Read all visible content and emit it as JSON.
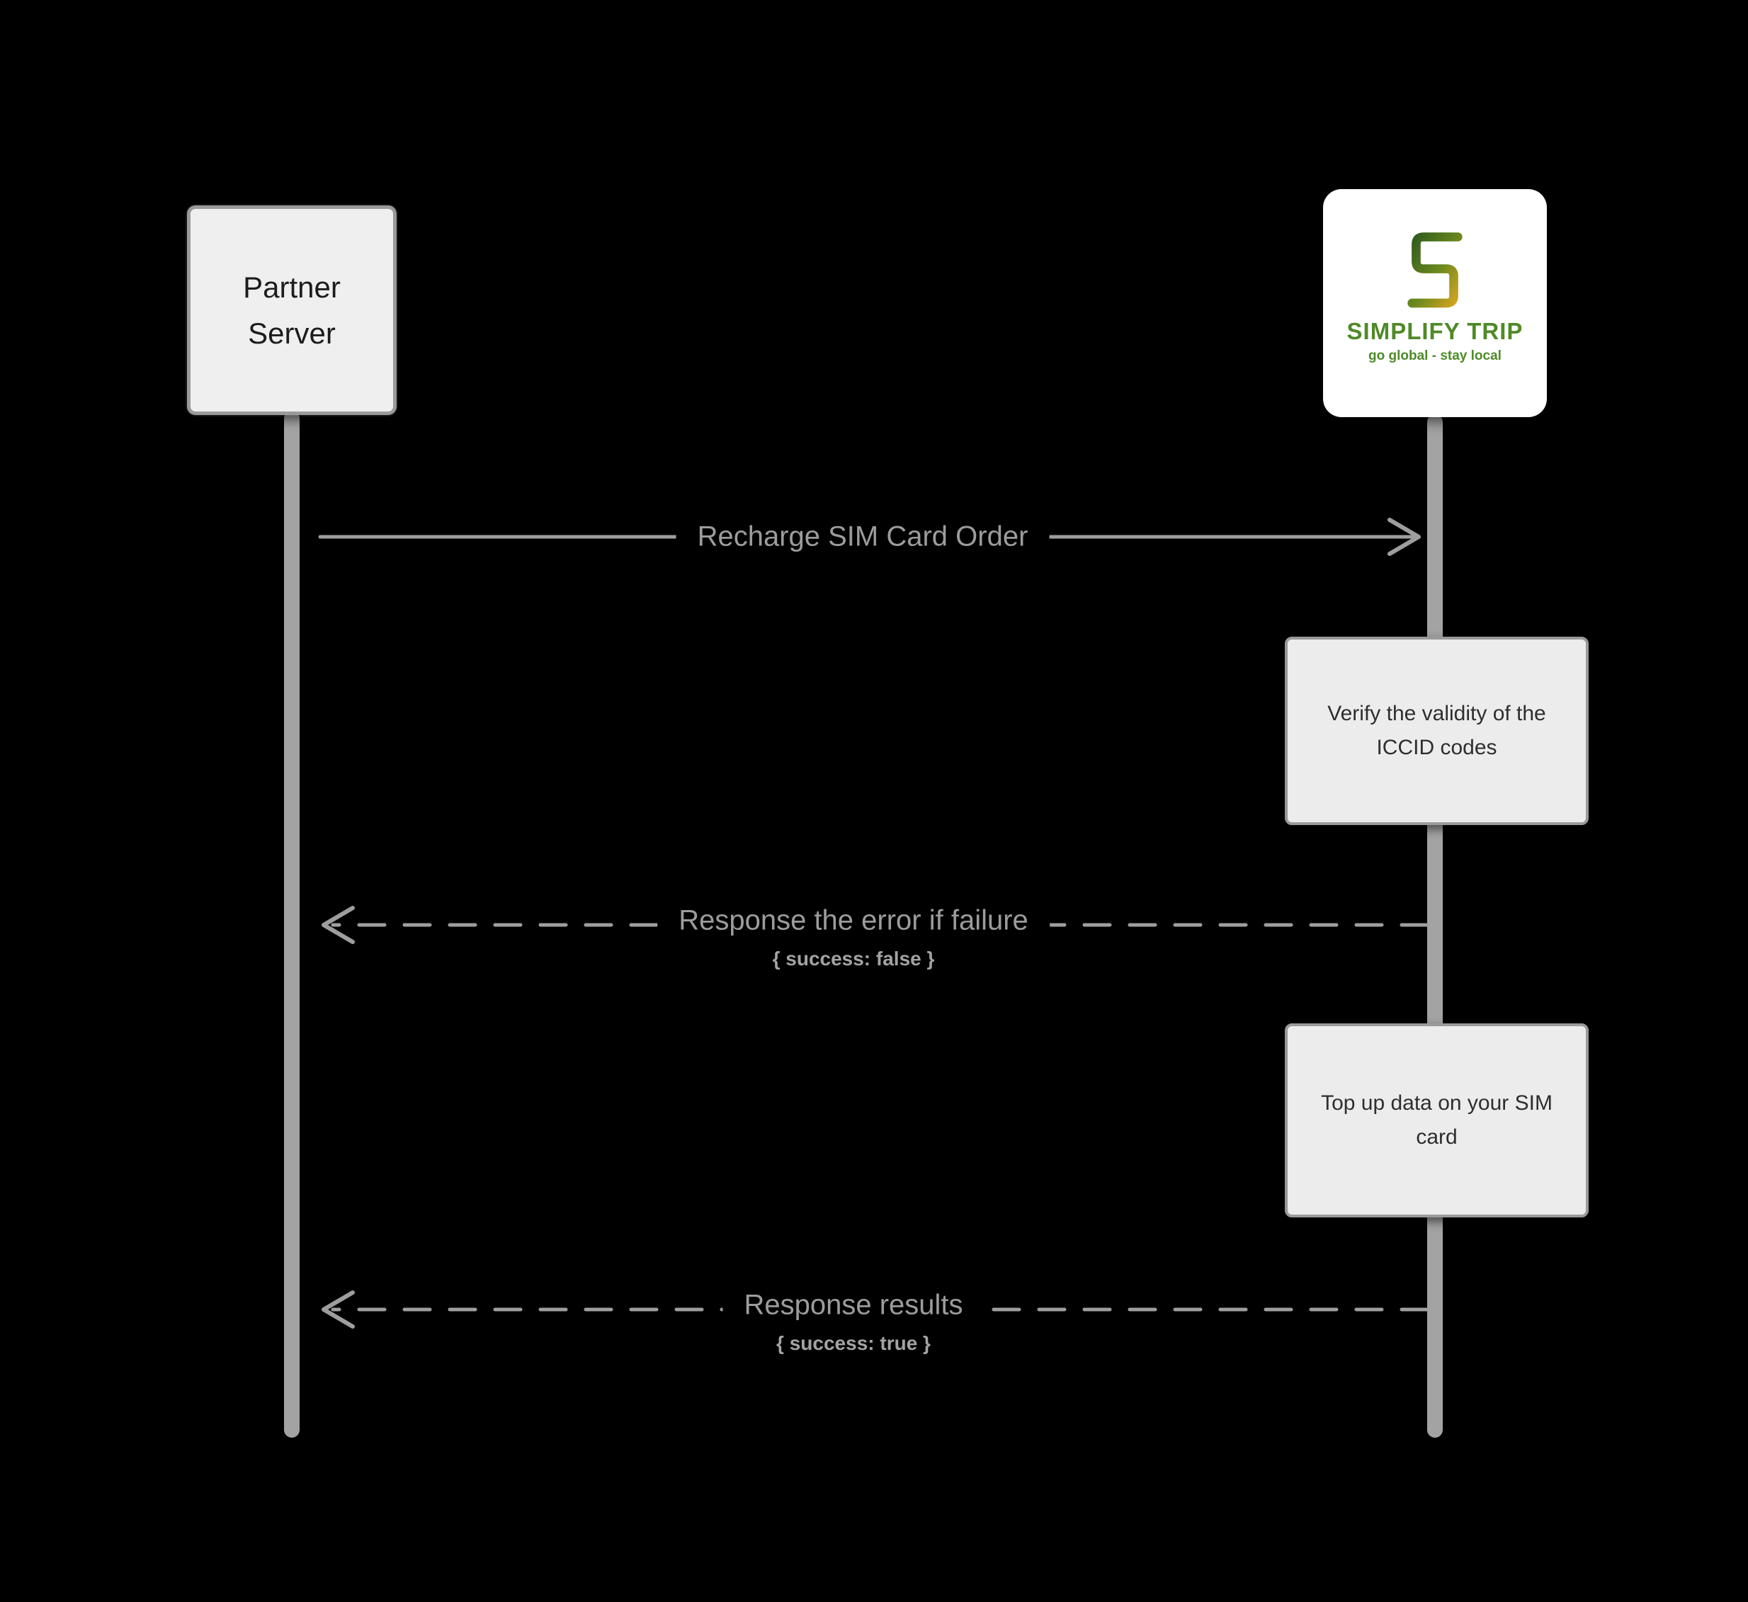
{
  "actors": {
    "partner": {
      "label": "Partner Server"
    },
    "simplify": {
      "brand": "SIMPLIFY TRIP",
      "tagline": "go global - stay local"
    }
  },
  "messages": [
    {
      "label": "Recharge SIM Card Order"
    },
    {
      "label": "Response the error if failure",
      "payload": "{ success: false }"
    },
    {
      "label": "Response results",
      "payload": "{ success: true }"
    }
  ],
  "activities": [
    {
      "text": "Verify the validity of the ICCID codes"
    },
    {
      "text": "Top up data on your SIM card"
    }
  ],
  "colors": {
    "background": "#000000",
    "line_gray": "#9e9e9e",
    "box_fill": "#ececec",
    "box_border": "#9a9a9a",
    "brand_green": "#4f8a28",
    "brand_gold": "#d9a520"
  }
}
